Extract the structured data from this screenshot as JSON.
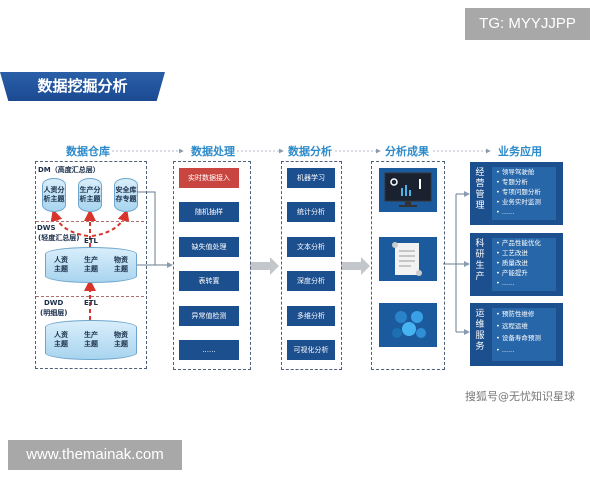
{
  "watermark_top": "TG: MYYJJPP",
  "banner_title": "数据挖掘分析",
  "columns": [
    "数据仓库",
    "数据处理",
    "数据分析",
    "分析成果",
    "业务应用"
  ],
  "warehouse": {
    "dm_label": "DM（高度汇总层）",
    "dm_topics": [
      "人资分析主题",
      "生产分析主题",
      "安全库存专题"
    ],
    "dws_label": "DWS",
    "dws_sublabel": "(轻度汇总层)",
    "etl_label": "ETL",
    "dws_topics": [
      "人资主题",
      "生产主题",
      "物资主题"
    ],
    "dwd_label": "DWD",
    "dwd_sublabel": "(明细层)",
    "dwd_topics": [
      "人资主题",
      "生产主题",
      "物资主题"
    ]
  },
  "processing": [
    "实时数据接入",
    "随机抽样",
    "缺失值处理",
    "表转置",
    "异常值检测",
    "......"
  ],
  "analysis": [
    "机器学习",
    "统计分析",
    "文本分析",
    "深度分析",
    "多维分析",
    "可视化分析"
  ],
  "results_icons": [
    "dashboard-monitor-icon",
    "report-scroll-icon",
    "cluster-chart-icon"
  ],
  "applications": [
    {
      "title": "经营管理",
      "items": [
        "领导驾驶舱",
        "专题分析",
        "专项问题分析",
        "业务实时监测",
        "......"
      ]
    },
    {
      "title": "科研生产",
      "items": [
        "产品性能优化",
        "工艺改进",
        "质量改进",
        "产能提升",
        "......"
      ]
    },
    {
      "title": "运维服务",
      "items": [
        "预防性维修",
        "远程运维",
        "设备寿命预测",
        "......"
      ]
    }
  ],
  "colors": {
    "accent": "#2e8bc9",
    "box": "#1c4f8e",
    "highlight": "#c8463f",
    "etl_arrow": "#d9342b"
  },
  "watermark_bottom_right": "搜狐号@无忧知识星球",
  "watermark_bottom_left": "www.themainak.com"
}
